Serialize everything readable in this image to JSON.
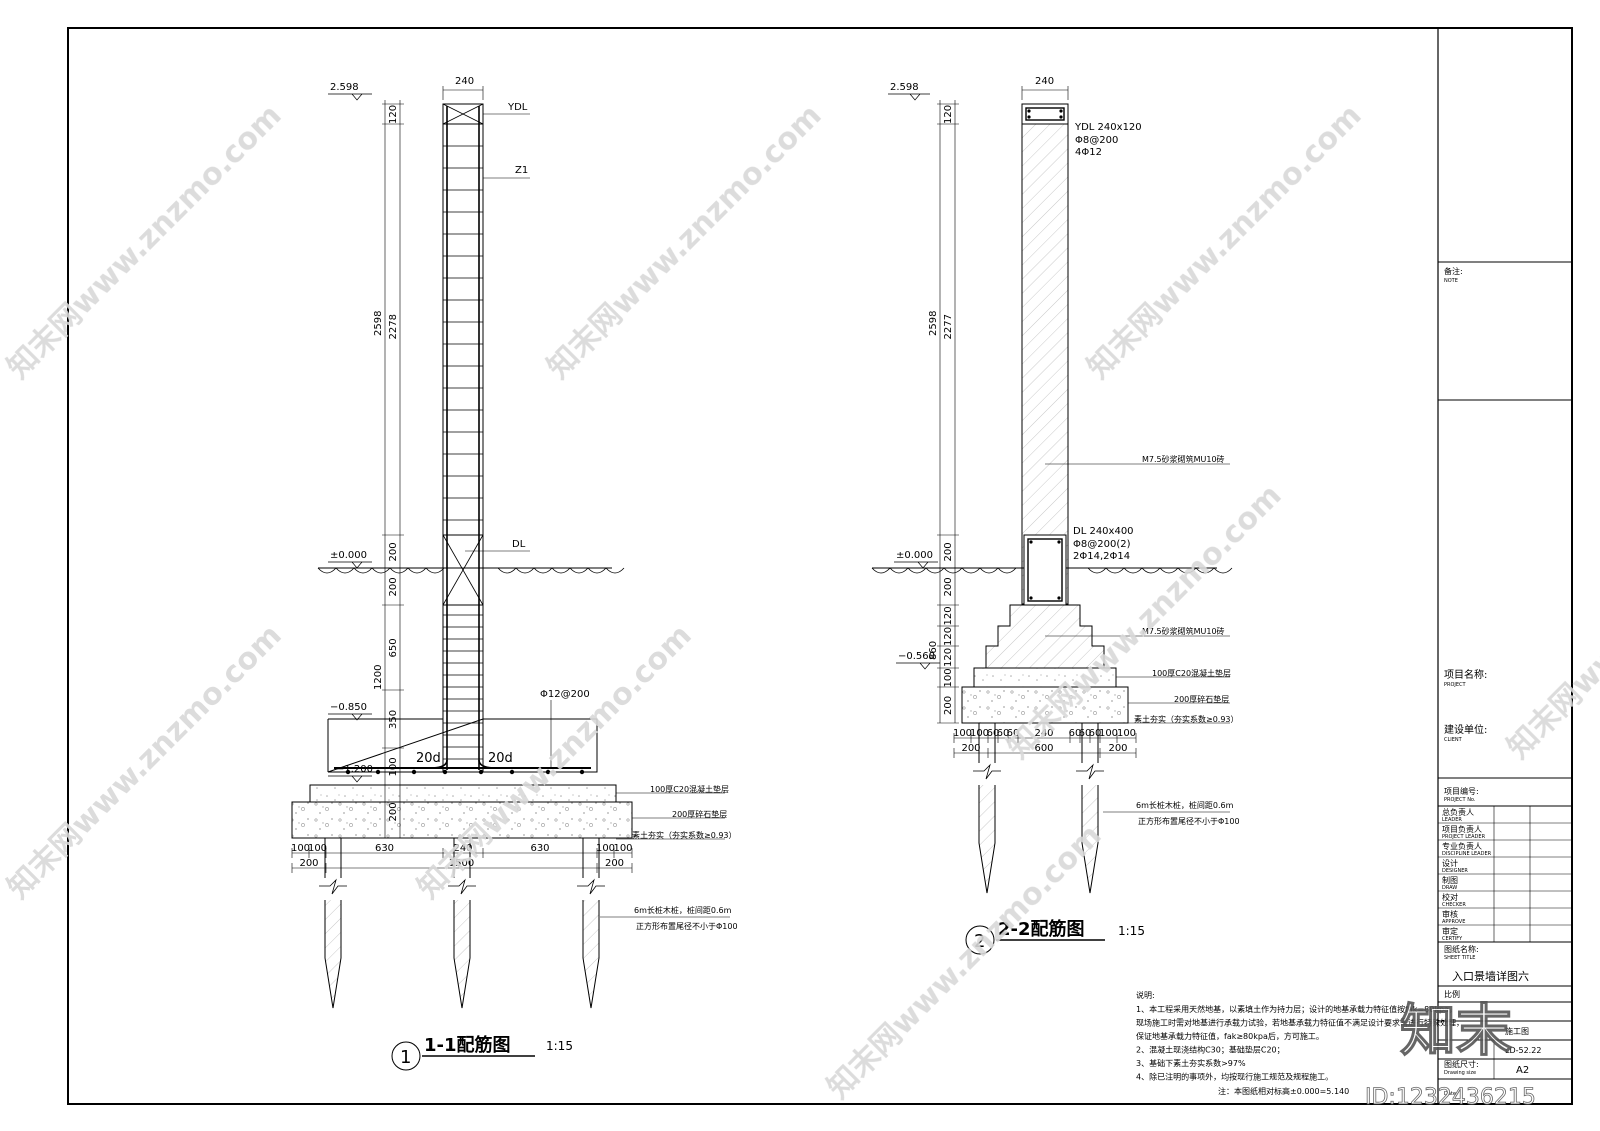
{
  "sheet": {
    "note_label": "备注:",
    "note_label_en": "NOTE",
    "project_label": "项目名称:",
    "project_label_en": "PROJECT",
    "client_label": "建设单位:",
    "client_label_en": "CLIENT",
    "project_no_label": "项目编号:",
    "project_no_label_en": "PROJECT No.",
    "roles": [
      {
        "cn": "总负责人",
        "en": "LEADER"
      },
      {
        "cn": "项目负责人",
        "en": "PROJECT LEADER"
      },
      {
        "cn": "专业负责人",
        "en": "DISCIPLINE LEADER"
      },
      {
        "cn": "设计",
        "en": "DESIGNER"
      },
      {
        "cn": "制图",
        "en": "DRAW"
      },
      {
        "cn": "校对",
        "en": "CHECKER"
      },
      {
        "cn": "审核",
        "en": "APPROVE"
      },
      {
        "cn": "审定",
        "en": "CERTIFY"
      }
    ],
    "sheet_title_label": "图纸名称:",
    "sheet_title_label_en": "SHEET TITLE",
    "sheet_title": "入口景墙详图六",
    "ratio_label": "比例",
    "phase_value": "施工图",
    "sheet_no_value": "LD-52.22",
    "size_label": "图纸尺寸:",
    "size_label_en": "Drawing size",
    "size_value": "A2",
    "date_label_en": "Date"
  },
  "watermark": {
    "text": "知末网www.znzmo.com",
    "logo": "知末",
    "id": "ID:1232436215"
  },
  "section1": {
    "title": "1-1配筋图",
    "scale": "1:15",
    "number": "1",
    "elev_top": "2.598",
    "elev_zero": "±0.000",
    "elev_base": "−0.850",
    "elev_bottom": "−1.200",
    "width_top": "240",
    "dims_left": [
      "120",
      "2278",
      "200",
      "200",
      "650",
      "350",
      "100",
      "200"
    ],
    "dim_total": "2598",
    "dim_lower": "1200",
    "dims_bottom_1": [
      "100",
      "100",
      "630",
      "240",
      "630",
      "100",
      "100"
    ],
    "dims_bottom_2": [
      "200",
      "1500",
      "200"
    ],
    "lap_left": "20d",
    "lap_right": "20d",
    "labels": {
      "ydl": "YDL",
      "z1": "Z1",
      "dl": "DL",
      "rebar": "Φ12@200",
      "concrete": "100厚C20混凝土垫层",
      "gravel": "200厚碎石垫层",
      "soil": "素土夯实（夯实系数≥0.93）",
      "pile1": "6m长桩木桩，桩间距0.6m",
      "pile2": "正方形布置尾径不小于Φ100"
    }
  },
  "section2": {
    "title": "2-2配筋图",
    "scale": "1:15",
    "number": "2",
    "elev_top": "2.598",
    "elev_zero": "±0.000",
    "elev_base": "−0.560",
    "width_top": "240",
    "dims_left": [
      "120",
      "2277",
      "200",
      "200",
      "120",
      "120",
      "120",
      "100",
      "200"
    ],
    "dim_total": "2598",
    "dim_lower": "860",
    "dims_bottom_1": [
      "100",
      "100",
      "60",
      "60",
      "60",
      "240",
      "60",
      "60",
      "60",
      "100",
      "100"
    ],
    "dims_bottom_2": [
      "200",
      "600",
      "200"
    ],
    "labels": {
      "ydl1": "YDL 240x120",
      "ydl2": "Φ8@200",
      "ydl3": "4Φ12",
      "masonry_top": "M7.5砂浆砌筑MU10砖",
      "dl1": "DL 240x400",
      "dl2": "Φ8@200(2)",
      "dl3": "2Φ14,2Φ14",
      "masonry_base": "M7.5砂浆砌筑MU10砖",
      "concrete": "100厚C20混凝土垫层",
      "gravel": "200厚碎石垫层",
      "soil": "素土夯实（夯实系数≥0.93）",
      "pile1": "6m长桩木桩，桩间距0.6m",
      "pile2": "正方形布置尾径不小于Φ100"
    }
  },
  "notes": {
    "heading": "说明:",
    "lines": [
      "1、本工程采用天然地基，以素填土作为持力层；设计的地基承载力特征值按fak=80kpa，",
      "现场施工时需对地基进行承载力试验，若地基承载力特征值不满足设计要求需进行特殊处理，",
      "保证地基承载力特征值，fak≥80kpa后，方可施工。",
      "2、混凝土现浇结构C30；基础垫层C20；",
      "3、基础下素土夯实系数>97%",
      "4、除已注明的事项外，均按现行施工规范及规程施工。"
    ],
    "footer": "注：本图纸相对标高±0.000=5.140"
  }
}
